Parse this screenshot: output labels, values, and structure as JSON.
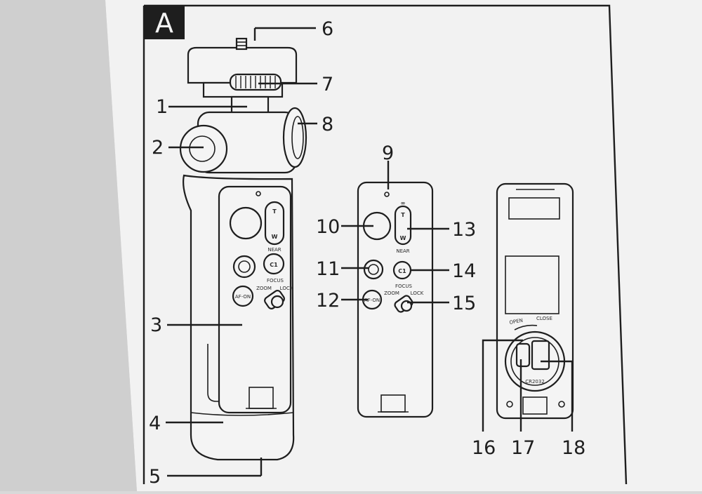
{
  "figure": {
    "section_label": "A",
    "callouts": [
      "1",
      "2",
      "3",
      "4",
      "5",
      "6",
      "7",
      "8",
      "9",
      "10",
      "11",
      "12",
      "13",
      "14",
      "15",
      "16",
      "17",
      "18"
    ],
    "device_markings": {
      "tele": "T",
      "wide": "W",
      "near": "NEAR",
      "custom": "C1",
      "af_on": "AF-ON",
      "focus": "FOCUS",
      "zoom": "ZOOM",
      "lock": "LOCK",
      "open": "OPEN",
      "close": "CLOSE",
      "battery": "CR2032",
      "infinity": "∞"
    }
  }
}
